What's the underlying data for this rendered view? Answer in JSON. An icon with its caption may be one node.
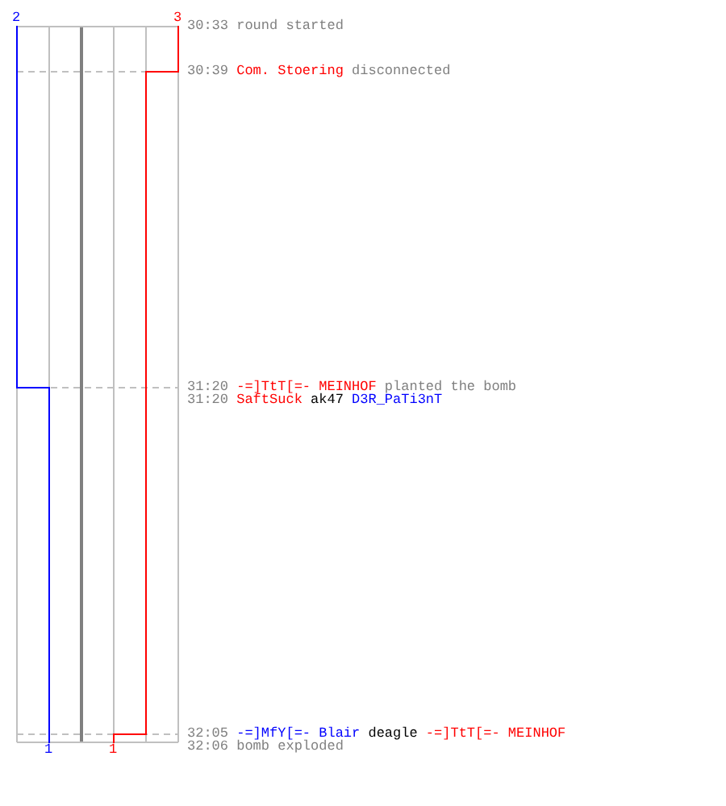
{
  "diagram": {
    "labels": [
      "2",
      "3",
      "30:33",
      "round started",
      "30:39",
      "Com. Stoering",
      "disconnected",
      "31:20",
      "-=]TtT[=- MEINHOF",
      "planted the bomb",
      "31:20",
      "SaftSuck",
      "ak47",
      "D3R_PaTi3nT",
      "32:05",
      "-=]MfY[=- Blair",
      "deagle",
      "-=]TtT[=- MEINHOF",
      "1",
      "1",
      "32:06",
      "bomb exploded"
    ]
  }
}
